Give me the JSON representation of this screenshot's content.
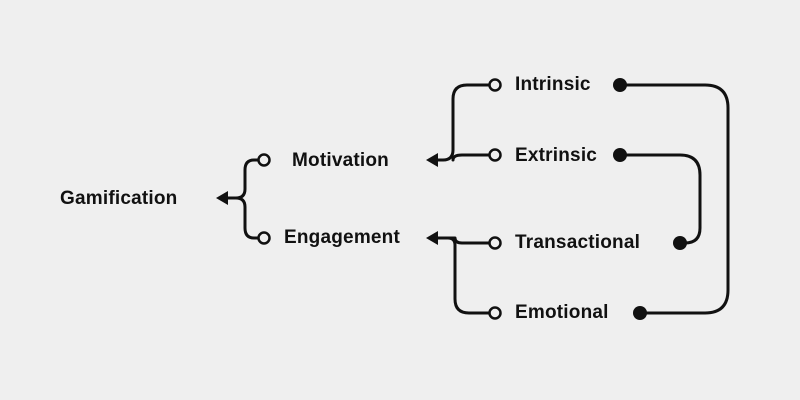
{
  "diagram": {
    "background_color": "#efefef",
    "line_color": "#111111",
    "root": {
      "id": "gamification",
      "label": "Gamification"
    },
    "level1": [
      {
        "id": "motivation",
        "label": "Motivation"
      },
      {
        "id": "engagement",
        "label": "Engagement"
      }
    ],
    "level2": [
      {
        "id": "intrinsic",
        "label": "Intrinsic",
        "parent": "motivation"
      },
      {
        "id": "extrinsic",
        "label": "Extrinsic",
        "parent": "motivation"
      },
      {
        "id": "transactional",
        "label": "Transactional",
        "parent": "engagement"
      },
      {
        "id": "emotional",
        "label": "Emotional",
        "parent": "engagement"
      }
    ],
    "links": [
      {
        "from": "extrinsic",
        "to": "transactional"
      },
      {
        "from": "intrinsic",
        "to": "emotional"
      }
    ]
  }
}
